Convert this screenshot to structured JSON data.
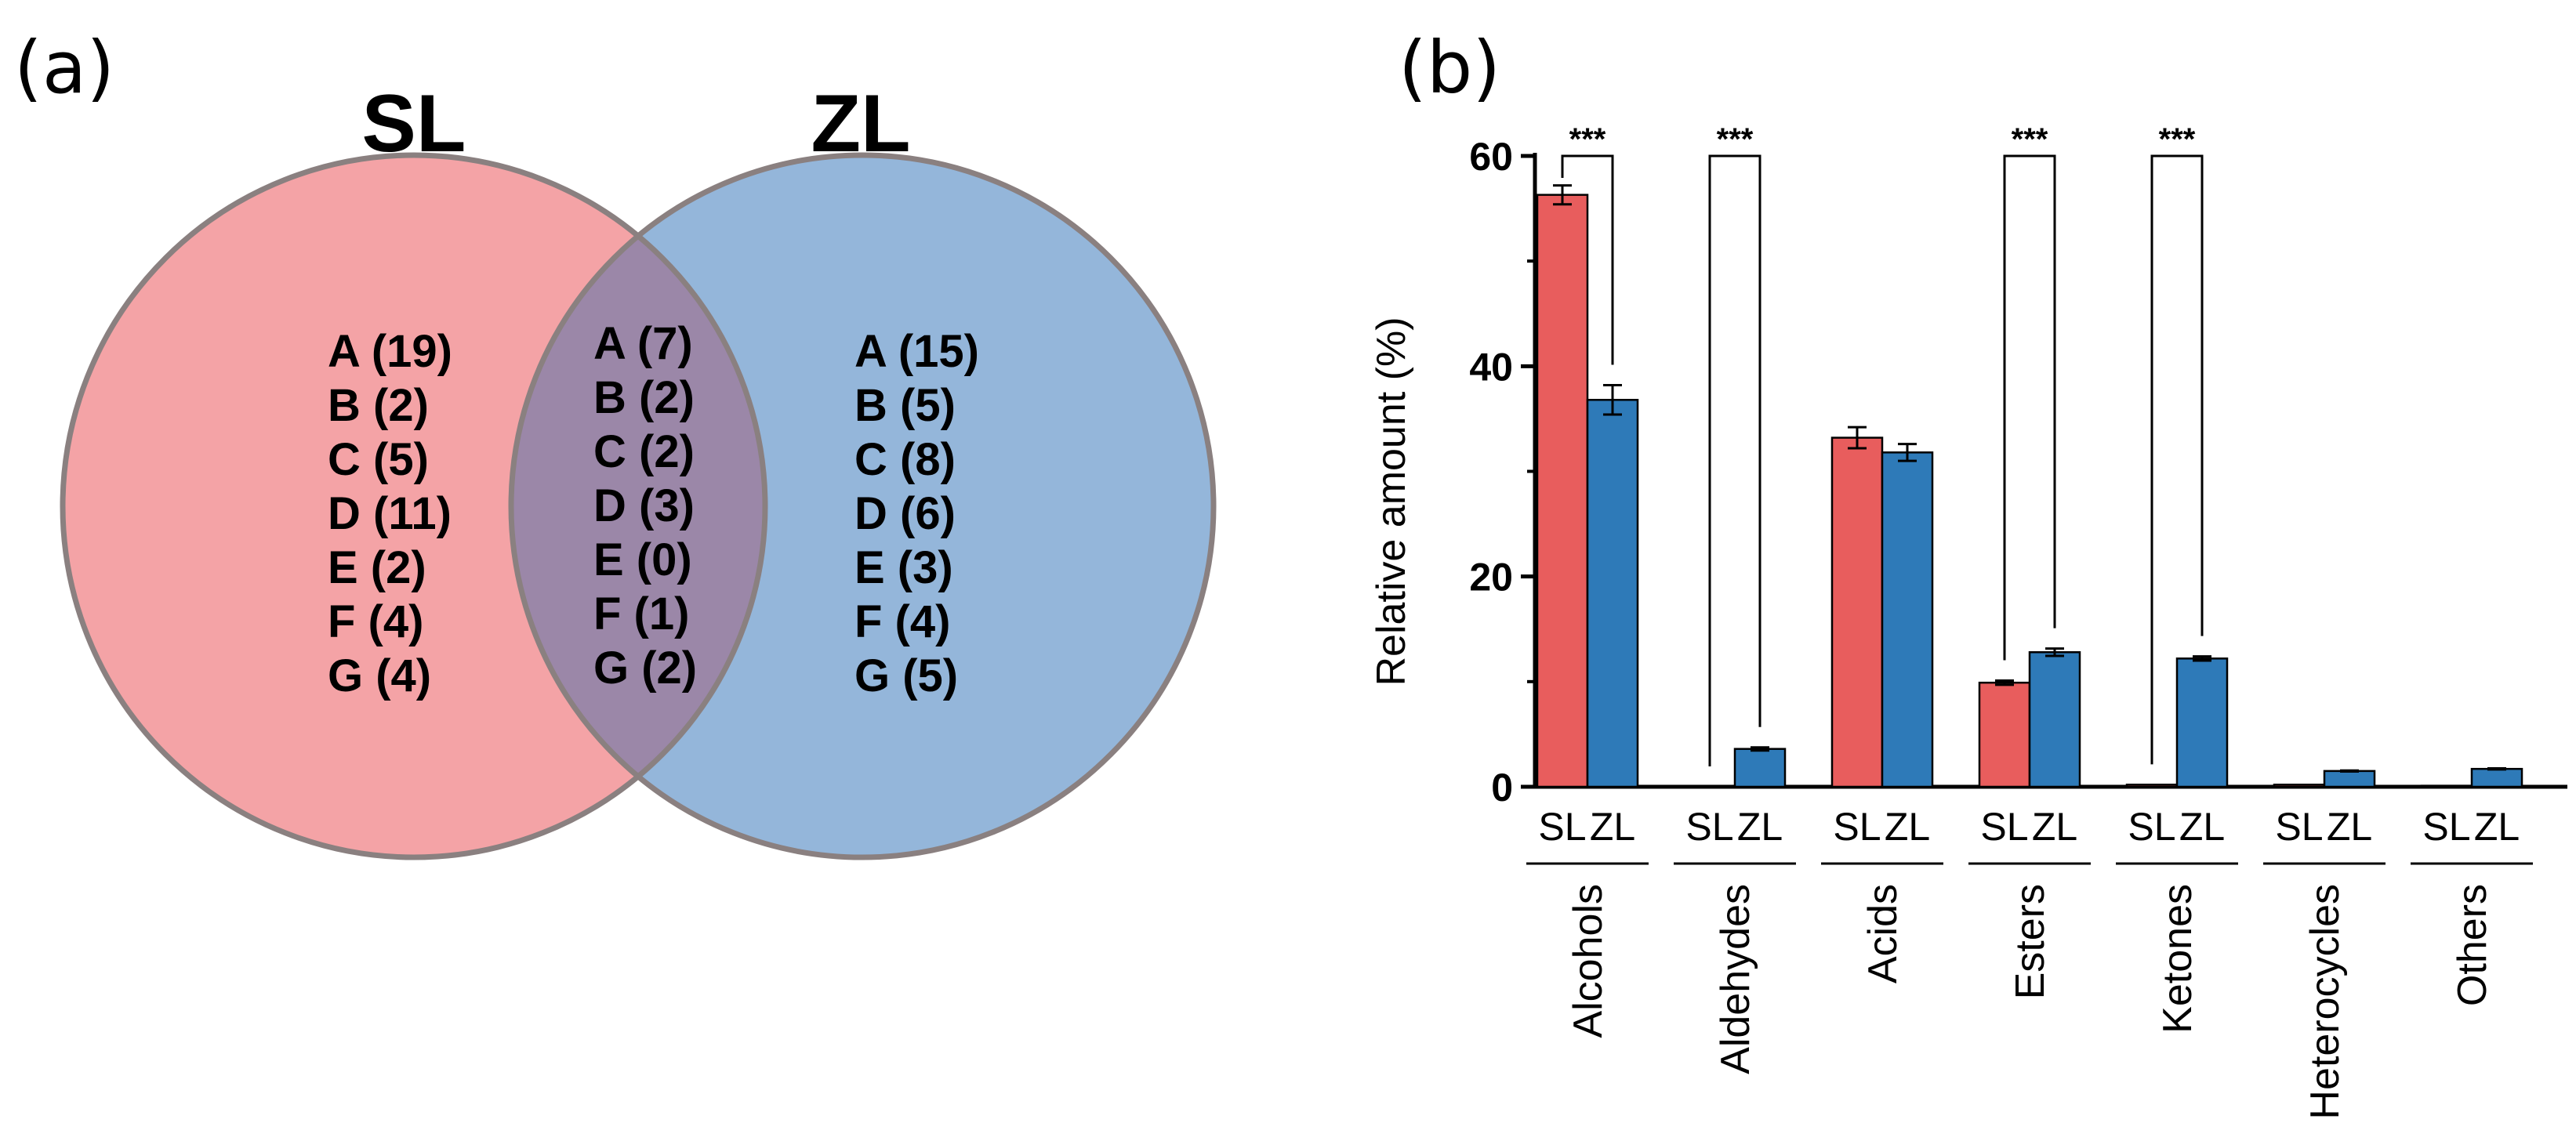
{
  "panels": {
    "a_label": "(a)",
    "b_label": "(b)"
  },
  "venn": {
    "colors": {
      "SL": "#f4a3a6",
      "ZL": "#94b6da",
      "overlap": "#9b87a8",
      "outline": "#8a8080"
    },
    "sets": [
      {
        "name": "SL",
        "items": [
          "A (19)",
          "B (2)",
          "C (5)",
          "D (11)",
          "E (2)",
          "F (4)",
          "G (4)"
        ]
      },
      {
        "name": "ZL",
        "items": [
          "A (15)",
          "B (5)",
          "C (8)",
          "D (6)",
          "E (3)",
          "F (4)",
          "G (5)"
        ]
      }
    ],
    "intersection": {
      "items": [
        "A (7)",
        "B (2)",
        "C (2)",
        "D (3)",
        "E (0)",
        "F (1)",
        "G (2)"
      ]
    }
  },
  "chart_data": {
    "type": "bar",
    "ylabel": "Relative amount (%)",
    "ylim": [
      0,
      60
    ],
    "yticks": [
      0,
      20,
      40,
      60
    ],
    "grid": false,
    "categories": [
      "Alcohols",
      "Aldehydes",
      "Acids",
      "Esters",
      "Ketones",
      "Heterocycles",
      "Others"
    ],
    "group_labels": [
      "SL",
      "ZL"
    ],
    "series": [
      {
        "name": "SL",
        "color": "#e85d5d",
        "values": [
          56.3,
          0,
          33.2,
          9.9,
          0.2,
          0.2,
          0.1
        ],
        "errors": [
          0.9,
          0,
          1.0,
          0.2,
          0,
          0,
          0
        ]
      },
      {
        "name": "ZL",
        "color": "#2e7ab8",
        "values": [
          36.8,
          3.6,
          31.8,
          12.8,
          12.2,
          1.5,
          1.7
        ],
        "errors": [
          1.4,
          0.15,
          0.8,
          0.35,
          0.2,
          0.05,
          0.05
        ]
      }
    ],
    "significance": [
      {
        "category": "Alcohols",
        "label": "***"
      },
      {
        "category": "Aldehydes",
        "label": "***"
      },
      {
        "category": "Esters",
        "label": "***"
      },
      {
        "category": "Ketones",
        "label": "***"
      }
    ]
  }
}
